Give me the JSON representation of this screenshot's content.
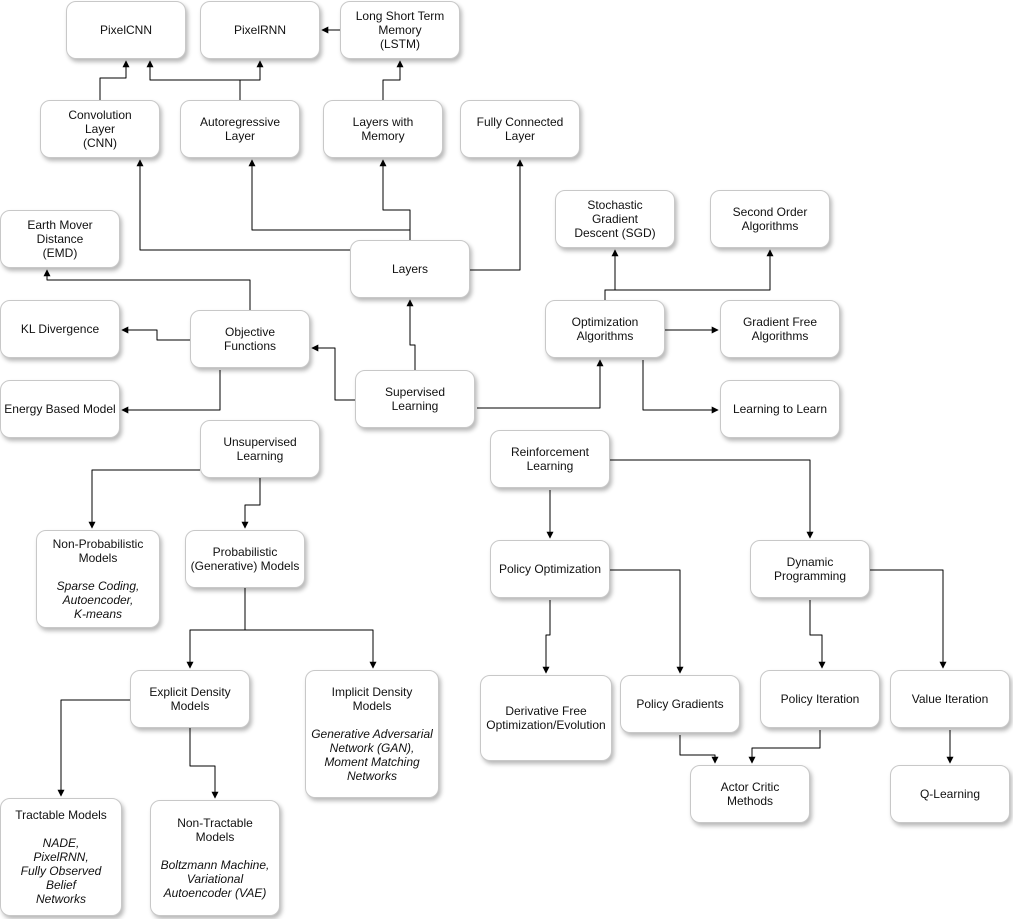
{
  "nodes": [
    {
      "id": "pixelcnn",
      "label": "PixelCNN"
    },
    {
      "id": "pixelrnn",
      "label": "PixelRNN"
    },
    {
      "id": "lstm",
      "label": "Long Short Term\nMemory\n(LSTM)"
    },
    {
      "id": "conv",
      "label": "Convolution\nLayer\n(CNN)"
    },
    {
      "id": "autoreg",
      "label": "Autoregressive\nLayer"
    },
    {
      "id": "mem",
      "label": "Layers with\nMemory"
    },
    {
      "id": "fc",
      "label": "Fully Connected\nLayer"
    },
    {
      "id": "emd",
      "label": "Earth Mover Distance\n(EMD)"
    },
    {
      "id": "layers",
      "label": "Layers"
    },
    {
      "id": "sgd",
      "label": "Stochastic\nGradient\nDescent (SGD)"
    },
    {
      "id": "second",
      "label": "Second Order\nAlgorithms"
    },
    {
      "id": "kl",
      "label": "KL Divergence"
    },
    {
      "id": "objective",
      "label": "Objective\nFunctions"
    },
    {
      "id": "optim",
      "label": "Optimization\nAlgorithms"
    },
    {
      "id": "gradfree",
      "label": "Gradient Free\nAlgorithms"
    },
    {
      "id": "energy",
      "label": "Energy Based Model"
    },
    {
      "id": "supervised",
      "label": "Supervised\nLearning"
    },
    {
      "id": "l2l",
      "label": "Learning to Learn"
    },
    {
      "id": "unsup",
      "label": "Unsupervised\nLearning"
    },
    {
      "id": "rl",
      "label": "Reinforcement\nLearning"
    },
    {
      "id": "nonprob",
      "label": "Non-Probabilistic\nModels",
      "sub": "Sparse Coding,\nAutoencoder,\nK-means"
    },
    {
      "id": "prob",
      "label": "Probabilistic\n(Generative) Models"
    },
    {
      "id": "policyopt",
      "label": "Policy Optimization"
    },
    {
      "id": "dp",
      "label": "Dynamic\nProgramming"
    },
    {
      "id": "explicit",
      "label": "Explicit Density\nModels"
    },
    {
      "id": "implicit",
      "label": "Implicit Density\nModels",
      "sub": "Generative Adversarial\nNetwork  (GAN),\nMoment Matching\nNetworks"
    },
    {
      "id": "derivfree",
      "label": "Derivative Free\nOptimization/Evolution"
    },
    {
      "id": "policygrad",
      "label": "Policy Gradients"
    },
    {
      "id": "policyiter",
      "label": "Policy Iteration"
    },
    {
      "id": "valueiter",
      "label": "Value Iteration"
    },
    {
      "id": "actorcritic",
      "label": "Actor Critic\nMethods"
    },
    {
      "id": "qlearn",
      "label": "Q-Learning"
    },
    {
      "id": "tractable",
      "label": "Tractable Models",
      "sub": "NADE,\nPixelRNN,\nFully Observed Belief\nNetworks"
    },
    {
      "id": "nontract",
      "label": "Non-Tractable\nModels",
      "sub": "Boltzmann Machine,\nVariational\nAutoencoder (VAE)"
    }
  ],
  "edges": [
    {
      "from": "supervised",
      "to": "layers"
    },
    {
      "from": "supervised",
      "to": "objective"
    },
    {
      "from": "supervised",
      "to": "optim"
    },
    {
      "from": "layers",
      "to": "conv"
    },
    {
      "from": "layers",
      "to": "autoreg"
    },
    {
      "from": "layers",
      "to": "mem"
    },
    {
      "from": "layers",
      "to": "fc"
    },
    {
      "from": "conv",
      "to": "pixelcnn"
    },
    {
      "from": "autoreg",
      "to": "pixelcnn"
    },
    {
      "from": "autoreg",
      "to": "pixelrnn"
    },
    {
      "from": "lstm",
      "to": "pixelrnn"
    },
    {
      "from": "mem",
      "to": "lstm"
    },
    {
      "from": "objective",
      "to": "emd"
    },
    {
      "from": "objective",
      "to": "kl"
    },
    {
      "from": "objective",
      "to": "energy"
    },
    {
      "from": "optim",
      "to": "sgd"
    },
    {
      "from": "optim",
      "to": "second"
    },
    {
      "from": "optim",
      "to": "gradfree"
    },
    {
      "from": "optim",
      "to": "l2l"
    },
    {
      "from": "unsup",
      "to": "nonprob"
    },
    {
      "from": "unsup",
      "to": "prob"
    },
    {
      "from": "prob",
      "to": "explicit"
    },
    {
      "from": "prob",
      "to": "implicit"
    },
    {
      "from": "explicit",
      "to": "tractable"
    },
    {
      "from": "explicit",
      "to": "nontract"
    },
    {
      "from": "rl",
      "to": "policyopt"
    },
    {
      "from": "rl",
      "to": "dp"
    },
    {
      "from": "policyopt",
      "to": "derivfree"
    },
    {
      "from": "policyopt",
      "to": "policygrad"
    },
    {
      "from": "dp",
      "to": "policyiter"
    },
    {
      "from": "dp",
      "to": "valueiter"
    },
    {
      "from": "policygrad",
      "to": "actorcritic"
    },
    {
      "from": "policyiter",
      "to": "actorcritic"
    },
    {
      "from": "valueiter",
      "to": "qlearn"
    }
  ]
}
